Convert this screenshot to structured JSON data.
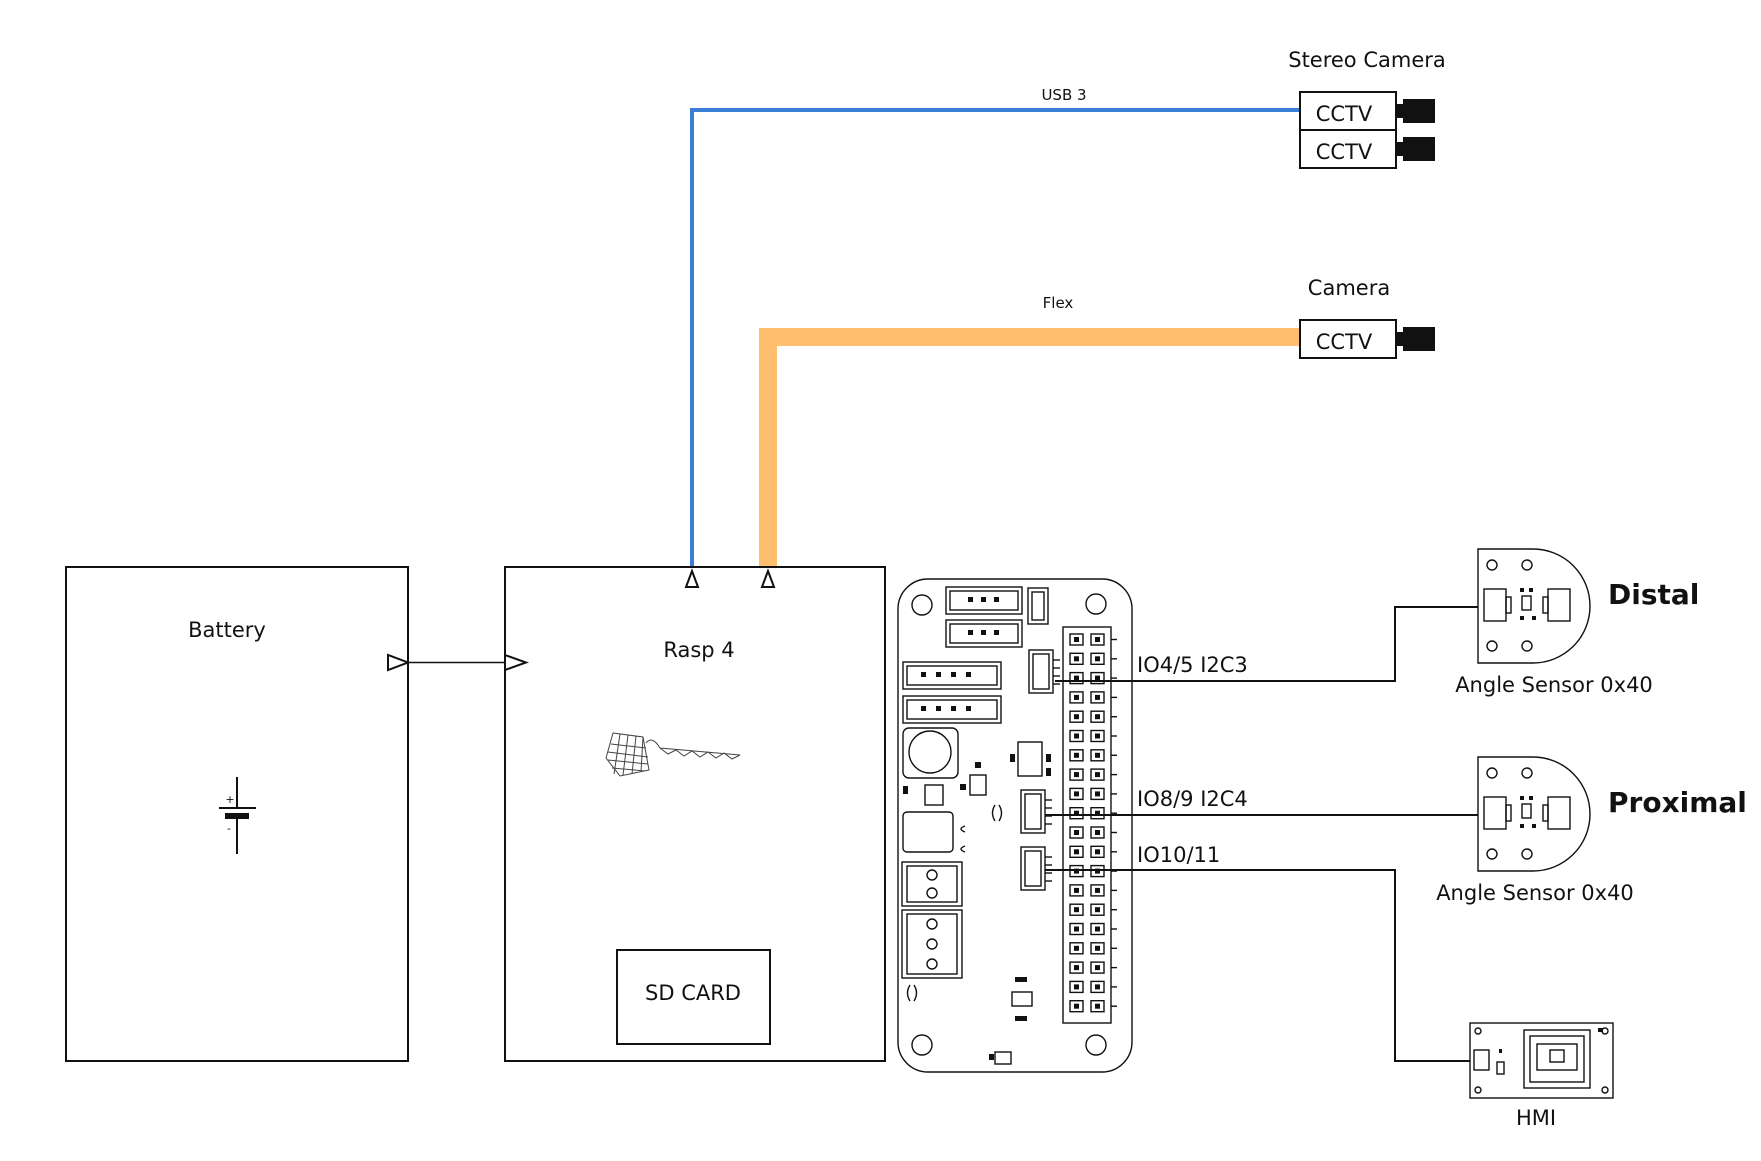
{
  "cables": {
    "usb3_label": "USB 3",
    "usb3_color": "#3a7fd5",
    "flex_label": "Flex",
    "flex_color": "#ffbd6e"
  },
  "stereo_camera": {
    "title": "Stereo Camera",
    "unit_top": "CCTV",
    "unit_bottom": "CCTV"
  },
  "camera": {
    "title": "Camera",
    "unit": "CCTV"
  },
  "battery": {
    "label": "Battery",
    "plus": "+",
    "minus": "-"
  },
  "raspberry": {
    "label": "Rasp 4",
    "sd_card": "SD CARD"
  },
  "io_board": {
    "port1": "IO4/5 I2C3",
    "port2": "IO8/9 I2C4",
    "port3": "IO10/11"
  },
  "sensors": {
    "distal_title": "Distal",
    "distal_label": "Angle Sensor 0x40",
    "proximal_title": "Proximal",
    "proximal_label": "Angle Sensor 0x40"
  },
  "hmi": {
    "label": "HMI"
  }
}
